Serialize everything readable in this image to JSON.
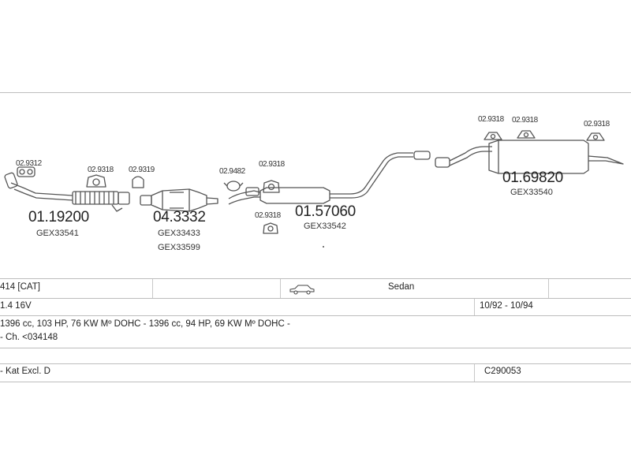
{
  "diagram": {
    "labels": {
      "c1": "02.9312",
      "c2": "02.9318",
      "c3": "02.9319",
      "c4": "02.9482",
      "c5": "02.9318",
      "c6": "02.9318",
      "c7": "02.9318",
      "c8": "02.9318",
      "c9": "02.9318"
    },
    "parts": {
      "p1": {
        "number": "01.19200",
        "gex": "GEX33541"
      },
      "p2": {
        "number": "04.3332",
        "gex": "GEX33433",
        "gex2": "GEX33599"
      },
      "p3": {
        "number": "01.57060",
        "gex": "GEX33542"
      },
      "p4": {
        "number": "01.69820",
        "gex": "GEX33540"
      }
    }
  },
  "table": {
    "model": "414  [CAT]",
    "body": "Sedan",
    "engine": "1.4 16V",
    "years": "10/92 - 10/94",
    "spec": "1396 cc, 103 HP, 76 KW Mº DOHC - 1396 cc, 94 HP, 69 KW Mº DOHC -",
    "chassis": "- Ch. <034148",
    "note": "- Kat Excl. D",
    "code": "C290053"
  },
  "colors": {
    "line": "#555555",
    "grid": "#bdbdbd",
    "text": "#222222"
  },
  "icons": {
    "body_type": "sedan-car-icon"
  }
}
